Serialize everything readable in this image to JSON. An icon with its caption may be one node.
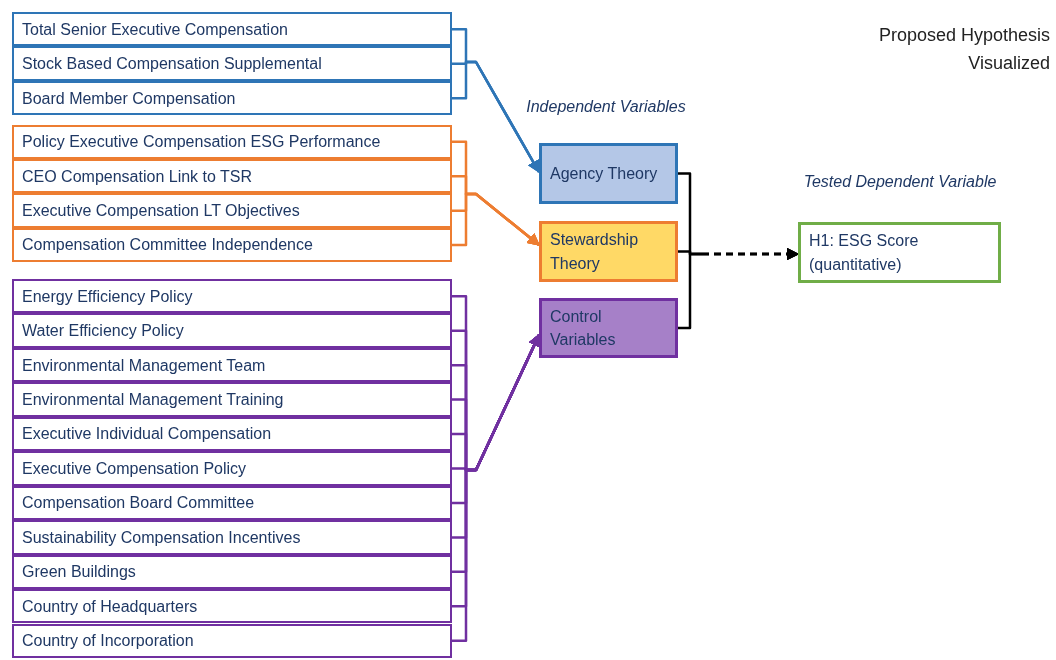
{
  "diagram": {
    "title": "Proposed Hypothesis Visualized",
    "nodes": [
      {
        "text": [
          "Total Senior Executive Compensation"
        ]
      },
      {
        "text": [
          "Stock Based Compensation Supplemental"
        ]
      },
      {
        "text": [
          "Board Member Compensation"
        ]
      },
      {
        "text": [
          "Policy Executive Compensation ESG Performance"
        ]
      },
      {
        "text": [
          "CEO Compensation Link to TSR"
        ]
      },
      {
        "text": [
          "Executive Compensation LT Objectives"
        ]
      },
      {
        "text": [
          "Compensation Committee Independence"
        ]
      },
      {
        "text": [
          "Energy Efficiency Policy"
        ]
      },
      {
        "text": [
          "Water Efficiency Policy"
        ]
      },
      {
        "text": [
          "Environmental Management Team"
        ]
      },
      {
        "text": [
          "Environmental Management Training"
        ]
      },
      {
        "text": [
          "Executive Individual Compensation"
        ]
      },
      {
        "text": [
          "Executive Compensation Policy"
        ]
      },
      {
        "text": [
          "Compensation Board Committee"
        ]
      },
      {
        "text": [
          "Sustainability Compensation Incentives"
        ]
      },
      {
        "text": [
          "Green Buildings"
        ]
      },
      {
        "text": [
          "Country of Headquarters"
        ]
      },
      {
        "text": [
          "Country of Incorporation"
        ]
      },
      {
        "text": [
          "Agency Theory"
        ]
      },
      {
        "text": [
          "Stewardship Theory"
        ]
      },
      {
        "text": [
          "Control Variables"
        ]
      },
      {
        "text": [
          "H1: ESG Score (quantitative)"
        ]
      }
    ],
    "edges": [
      {
        "from": 0,
        "to": 18,
        "arrow": "to",
        "color": "#2e75b6"
      },
      {
        "from": 1,
        "to": 18,
        "arrow": "to",
        "color": "#2e75b6"
      },
      {
        "from": 2,
        "to": 18,
        "arrow": "to",
        "color": "#2e75b6"
      },
      {
        "from": 3,
        "to": 19,
        "arrow": "to",
        "color": "#ed7d31"
      },
      {
        "from": 4,
        "to": 19,
        "arrow": "to",
        "color": "#ed7d31"
      },
      {
        "from": 5,
        "to": 19,
        "arrow": "to",
        "color": "#ed7d31"
      },
      {
        "from": 6,
        "to": 19,
        "arrow": "to",
        "color": "#ed7d31"
      },
      {
        "from": 7,
        "to": 20,
        "arrow": "to"
      },
      {
        "from": 8,
        "to": 20,
        "arrow": "to"
      },
      {
        "from": 9,
        "to": 20,
        "arrow": "to"
      },
      {
        "from": 10,
        "to": 20,
        "arrow": "to"
      },
      {
        "from": 11,
        "to": 20,
        "arrow": "to"
      },
      {
        "from": 12,
        "to": 20,
        "arrow": "to"
      },
      {
        "from": 13,
        "to": 20,
        "arrow": "to"
      },
      {
        "from": 14,
        "to": 20,
        "arrow": "to"
      },
      {
        "from": 15,
        "to": 20,
        "arrow": "to"
      },
      {
        "from": 16,
        "to": 20,
        "arrow": "to"
      },
      {
        "from": 17,
        "to": 20,
        "arrow": "to"
      },
      {
        "from": 18,
        "to": 21,
        "arrow": "to",
        "style": "dashed",
        "color": "#000000"
      },
      {
        "from": 19,
        "to": 21,
        "arrow": "to",
        "style": "dashed",
        "color": "#000000"
      },
      {
        "from": 20,
        "to": 21,
        "arrow": "to",
        "style": "dashed",
        "color": "#000000"
      }
    ],
    "labels": [
      "Independent Variables",
      "Tested Dependent Variable"
    ]
  }
}
